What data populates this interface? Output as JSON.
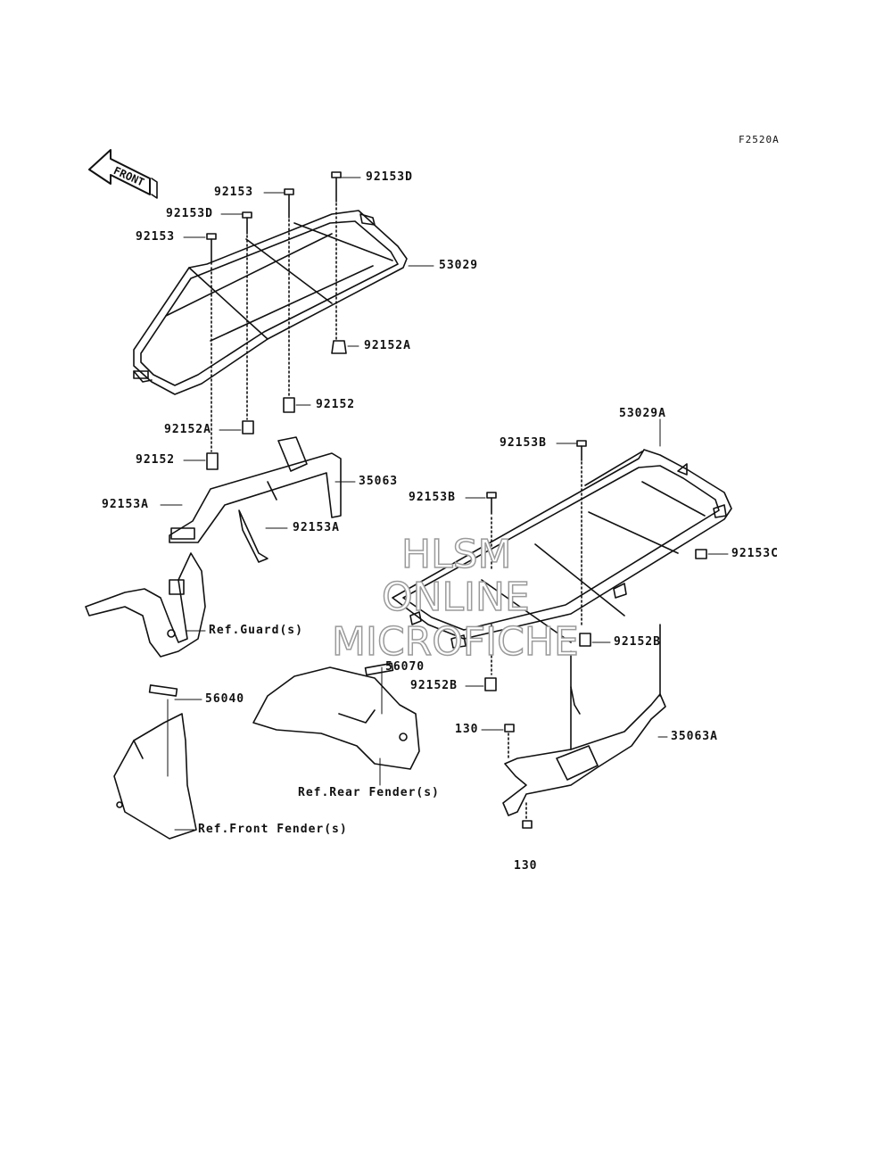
{
  "figure_code": "F2520A",
  "front_arrow_label": "FRONT",
  "watermark": {
    "line1": "HLSM",
    "line2": "ONLINE",
    "line3": "MICROFICHE"
  },
  "parts": {
    "p92153d_top": "92153D",
    "p92153_top": "92153",
    "p92153d_mid": "92153D",
    "p92153_left": "92153",
    "p53029": "53029",
    "p92152a_right": "92152A",
    "p92152_mid": "92152",
    "p92152a_left": "92152A",
    "p92152_left": "92152",
    "p35063": "35063",
    "p92153a_left": "92153A",
    "p92153a_right": "92153A",
    "p53029a": "53029A",
    "p92153b_top": "92153B",
    "p92153b_mid": "92153B",
    "p92153c": "92153C",
    "p92152b_right": "92152B",
    "p92152b_bottom": "92152B",
    "p56070": "56070",
    "p56040": "56040",
    "p130_top": "130",
    "p35063a": "35063A",
    "p130_bottom": "130"
  },
  "refs": {
    "guard": "Ref.Guard(s)",
    "rear_fender": "Ref.Rear Fender(s)",
    "front_fender": "Ref.Front Fender(s)"
  }
}
